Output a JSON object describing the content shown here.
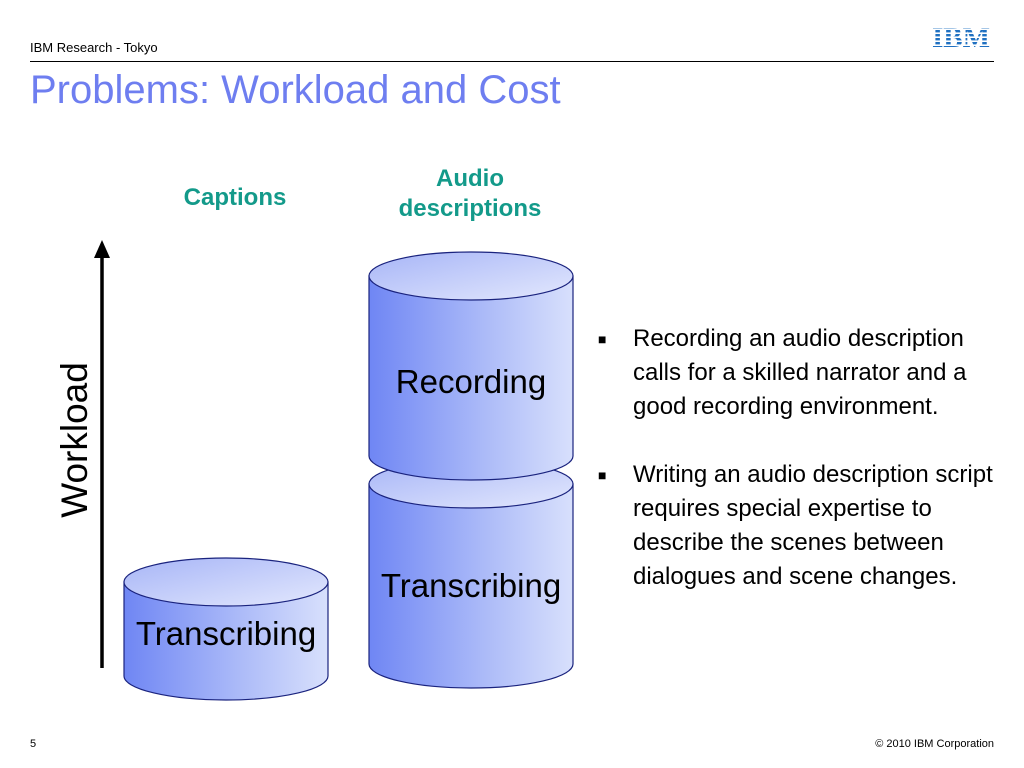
{
  "header": {
    "org": "IBM Research - Tokyo",
    "logo": "IBM"
  },
  "title": "Problems: Workload and Cost",
  "columns": {
    "captions": "Captions",
    "audio_line1": "Audio",
    "audio_line2": "descriptions"
  },
  "axis": {
    "label": "Workload"
  },
  "cylinders": {
    "captions_transcribing": "Transcribing",
    "audio_transcribing": "Transcribing",
    "audio_recording": "Recording"
  },
  "bullets": [
    {
      "text": "Recording an audio description calls for a skilled narrator and a good recording environment."
    },
    {
      "text": "Writing an audio description script requires special expertise to describe the scenes between dialogues and scene changes."
    }
  ],
  "footer": {
    "page": "5",
    "copyright": "© 2010 IBM Corporation"
  },
  "colors": {
    "title": "#6e7ef0",
    "column_heading": "#139a8a",
    "cylinder_dark": "#6f86f4",
    "cylinder_light": "#d8e0fc"
  }
}
